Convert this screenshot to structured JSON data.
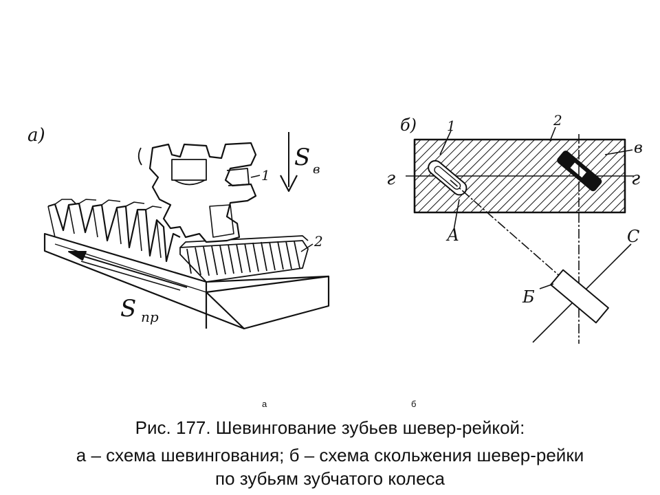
{
  "figure_a": {
    "panel_label": "а)",
    "feed_vertical": "S",
    "feed_vertical_sub": "в",
    "feed_longitudinal": "S",
    "feed_longitudinal_sub": "пр",
    "callout_1": "1",
    "callout_2": "2"
  },
  "figure_b": {
    "panel_label": "б)",
    "callout_1": "1",
    "callout_2": "2",
    "callout_v": "в",
    "axis_left": "г",
    "axis_right": "г",
    "point_a": "А",
    "point_b": "Б",
    "line_c": "С"
  },
  "sublabels": {
    "a": "а",
    "b": "б"
  },
  "caption": {
    "line1": "Рис. 177. Шевингование зубьев шевер-рейкой:",
    "line2": "а – схема шевингования; б – схема скольжения шевер-рейки",
    "line3": "по зубьям зубчатого колеса"
  },
  "colors": {
    "ink": "#111111",
    "paper": "#ffffff"
  }
}
